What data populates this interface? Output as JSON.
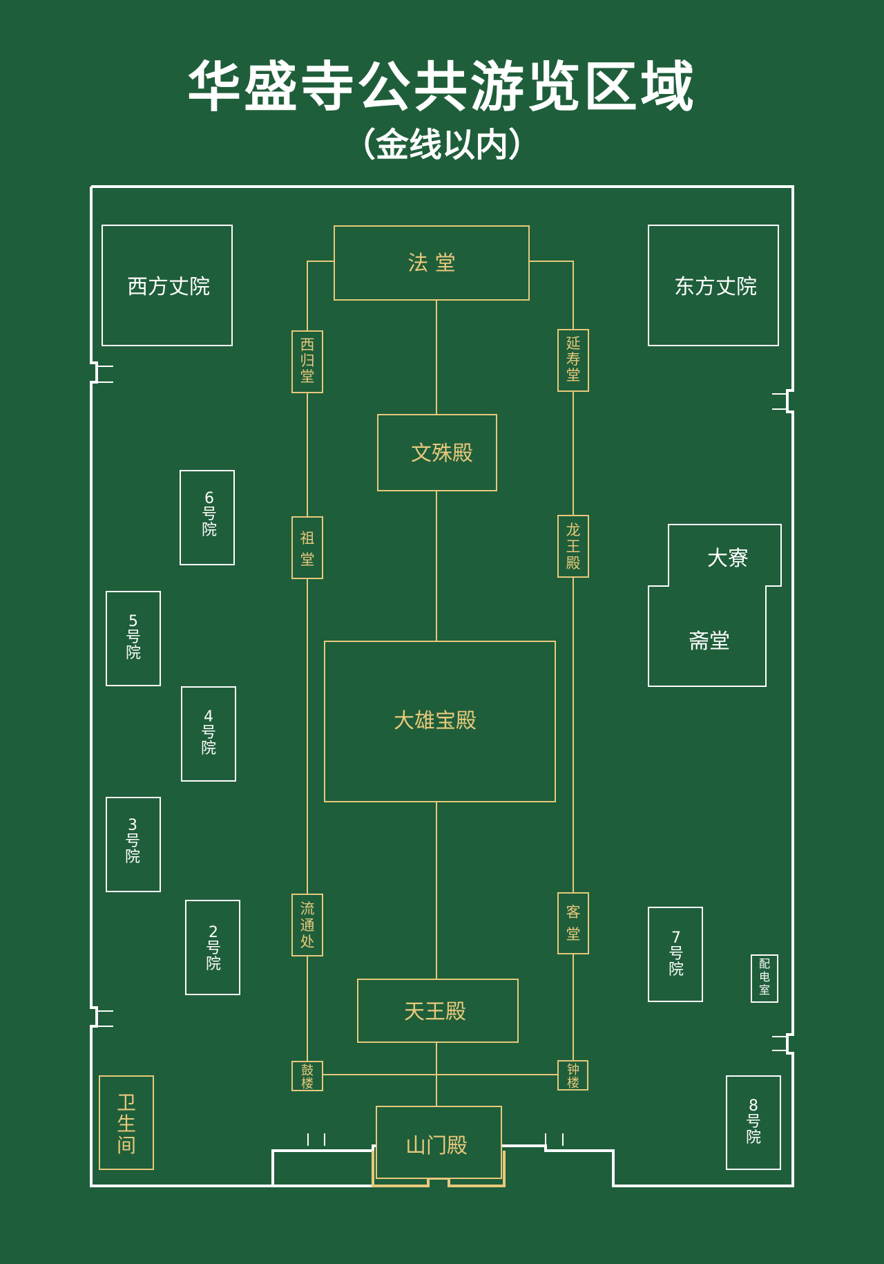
{
  "title": "华盛寺公共游览区域",
  "subtitle": "（金线以内）",
  "colors": {
    "background": "#1f5e3a",
    "wall": "#ffffff",
    "gold": "#e8c97c"
  },
  "buildings": {
    "fatang": "法  堂",
    "wenshu": "文殊殿",
    "daxiong": "大雄宝殿",
    "tianwang": "天王殿",
    "shanmen": "山门殿",
    "xigui": "西归堂",
    "yanshou": "延寿堂",
    "zutang": "祖堂",
    "longwang": "龙王殿",
    "liutong": "流通处",
    "ketang": "客堂",
    "gulou": "鼓楼",
    "zhonglou": "钟楼",
    "weishengjian": "卫生间",
    "xifangzhang": "西方丈院",
    "dongfangzhang": "东方丈院",
    "dalia": "大寮",
    "zhaitang": "斋堂",
    "peidian": "配电室",
    "yuan2": "2号院",
    "yuan3": "3号院",
    "yuan4": "4号院",
    "yuan5": "5号院",
    "yuan6": "6号院",
    "yuan7": "7号院",
    "yuan8": "8号院"
  }
}
